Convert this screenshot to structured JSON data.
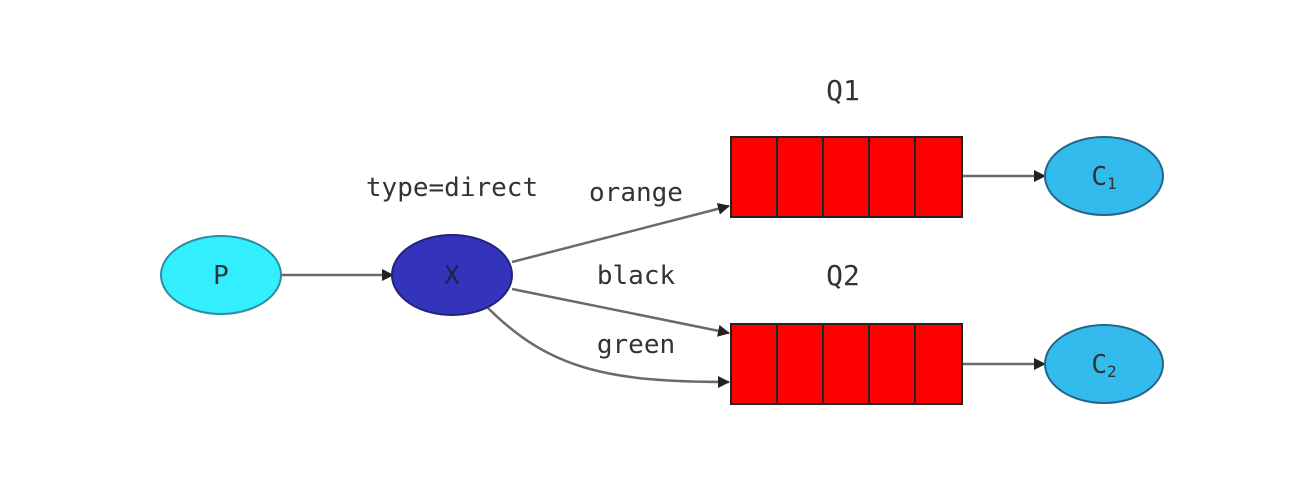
{
  "nodes": {
    "producer": {
      "label": "P"
    },
    "exchange": {
      "label": "X",
      "caption": "type=direct"
    },
    "queue1": {
      "label": "Q1"
    },
    "queue2": {
      "label": "Q2"
    },
    "consumer1": {
      "label": "C",
      "subscript": "1"
    },
    "consumer2": {
      "label": "C",
      "subscript": "2"
    }
  },
  "bindings": {
    "orange": "orange",
    "black": "black",
    "green": "green"
  },
  "colors": {
    "producer_fill": "#33eeff",
    "exchange_fill": "#3333bb",
    "queue_fill": "#ff0000",
    "consumer_fill": "#33bbee",
    "stroke": "#333333",
    "arrow": "#333333"
  }
}
